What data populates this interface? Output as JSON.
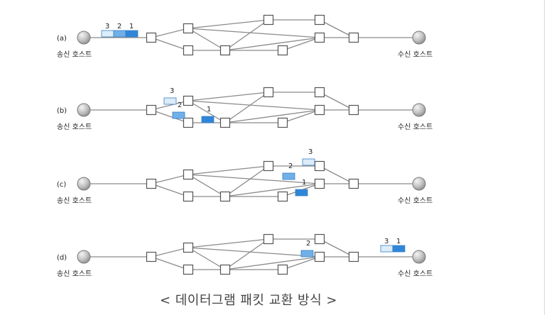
{
  "colors": {
    "link": "#8a8a8a",
    "router_stroke": "#555555",
    "router_fill": "#ffffff",
    "host_fill_light": "#eeeeee",
    "host_fill_dark": "#9a9a9a",
    "packet_1": "#2f86d8",
    "packet_2": "#6fb0e8",
    "packet_3": "#dcecf9",
    "packet_stroke": "#3a7fc4",
    "text": "#222222",
    "caption": "#444444"
  },
  "rows": [
    {
      "label": "(a)",
      "sender_label": "송신 호스트",
      "receiver_label": "수신 호스트",
      "packets": [
        {
          "id": "3",
          "value": "3",
          "location": "sender",
          "order": 0
        },
        {
          "id": "2",
          "value": "2",
          "location": "sender",
          "order": 1
        },
        {
          "id": "1",
          "value": "1",
          "location": "sender",
          "order": 2
        }
      ]
    },
    {
      "label": "(b)",
      "sender_label": "송신 호스트",
      "receiver_label": "수신 호스트",
      "packets": [
        {
          "id": "3",
          "value": "3",
          "location": "b-3"
        },
        {
          "id": "2",
          "value": "2",
          "location": "b-2"
        },
        {
          "id": "1",
          "value": "1",
          "location": "b-1"
        }
      ]
    },
    {
      "label": "(c)",
      "sender_label": "송신 호스트",
      "receiver_label": "수신 호스트",
      "packets": [
        {
          "id": "3",
          "value": "3",
          "location": "c-3"
        },
        {
          "id": "2",
          "value": "2",
          "location": "c-2"
        },
        {
          "id": "1",
          "value": "1",
          "location": "c-1"
        }
      ]
    },
    {
      "label": "(d)",
      "sender_label": "송신 호스트",
      "receiver_label": "수신 호스트",
      "packets": [
        {
          "id": "2",
          "value": "2",
          "location": "d-2"
        },
        {
          "id": "3",
          "value": "3",
          "location": "receiver",
          "order": 0
        },
        {
          "id": "1",
          "value": "1",
          "location": "receiver",
          "order": 1
        }
      ]
    }
  ],
  "caption": "< 데이터그램 패킷 교환 방식 >"
}
